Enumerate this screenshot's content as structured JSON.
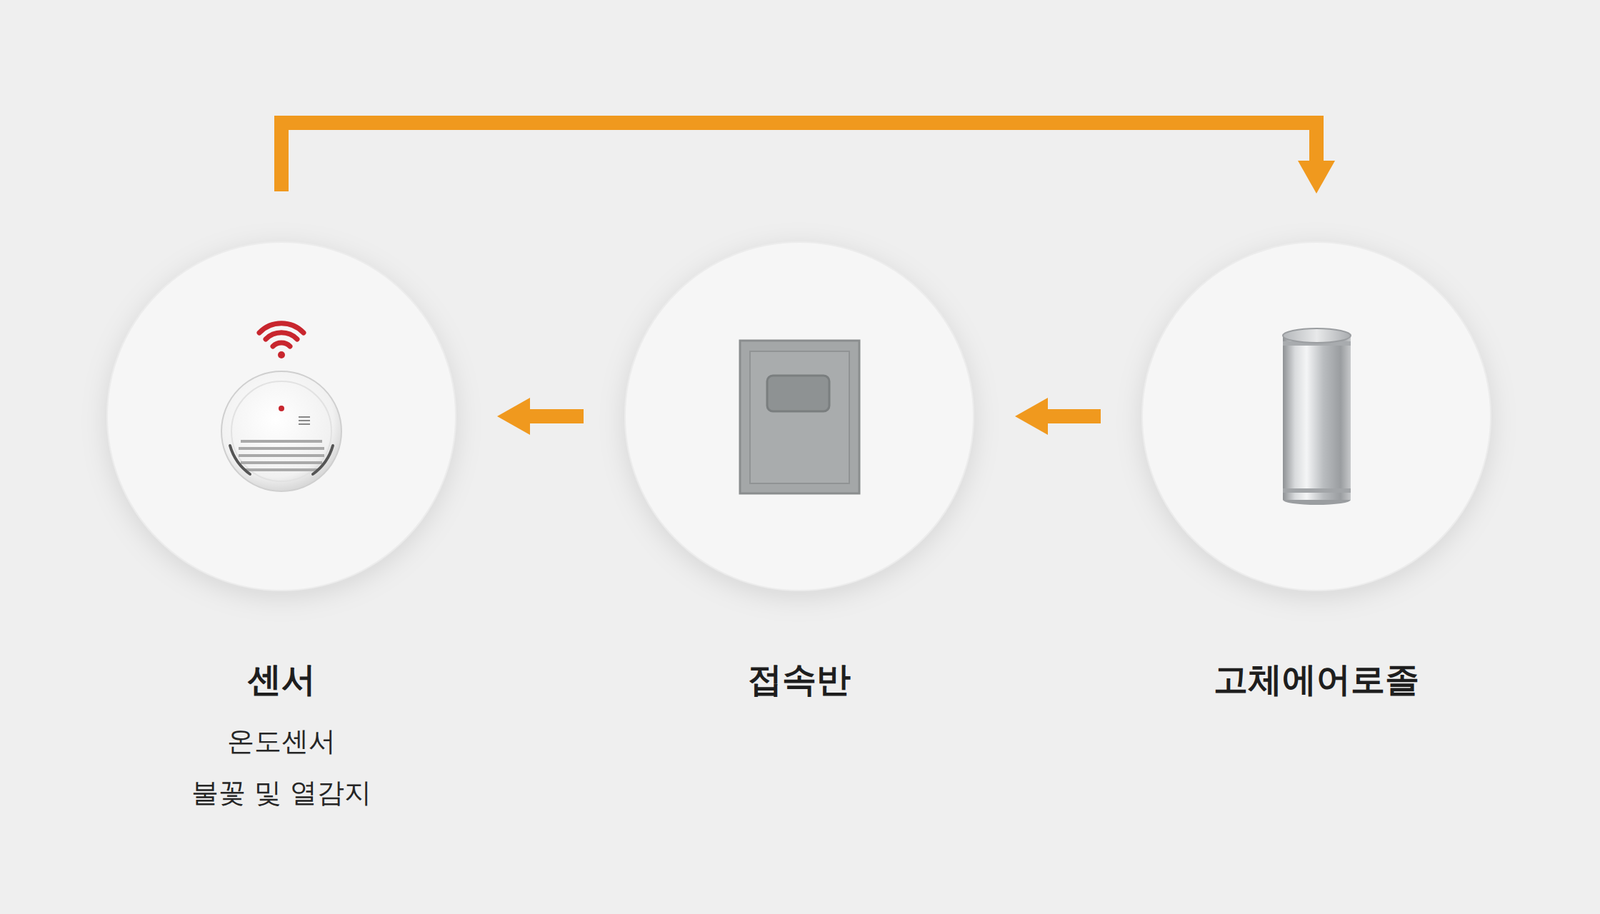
{
  "diagram": {
    "nodes": [
      {
        "text": [
          "센서",
          "온도센서",
          "불꽃 및 열감지"
        ]
      },
      {
        "text": [
          "접속반"
        ]
      },
      {
        "text": [
          "고체에어로졸"
        ]
      }
    ],
    "edges": [
      {
        "from": 2,
        "to": 1,
        "arrow": "to"
      },
      {
        "from": 1,
        "to": 0,
        "arrow": "to"
      },
      {
        "from": 0,
        "to": 2,
        "arrow": "to"
      }
    ]
  }
}
